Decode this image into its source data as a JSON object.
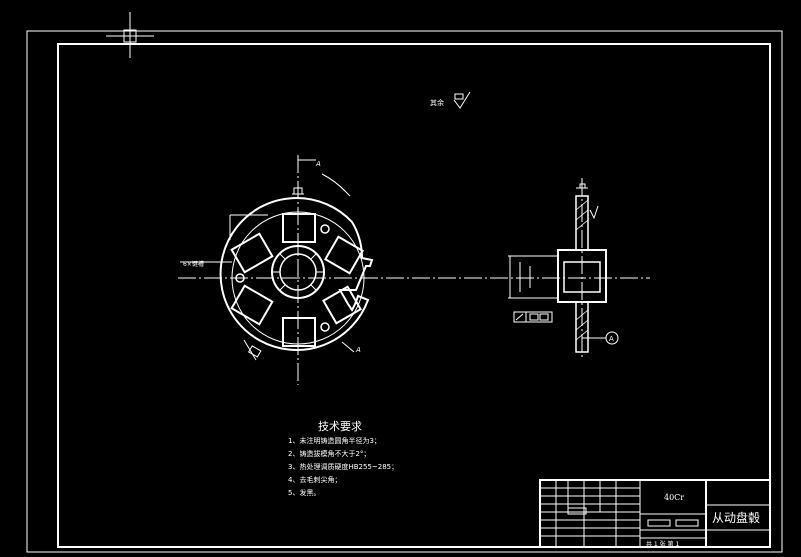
{
  "drawing": {
    "title": "从动盘毂",
    "material": "40Cr",
    "sheet_info": "共 1 张  第 1",
    "surface_note": "其余",
    "section_marker": "A",
    "datum_label": "A",
    "left_view_note": "6×键槽",
    "technical_requirements": {
      "heading": "技术要求",
      "items": [
        "1、未注明铸造圆角半径为3；",
        "2、铸造拔模角不大于2°；",
        "3、热处理调质硬度HB255~285；",
        "4、去毛刺尖角；",
        "5、发黑。"
      ]
    }
  },
  "colors": {
    "background": "#000000",
    "line": "#ffffff",
    "center_line": "#ffffff"
  }
}
